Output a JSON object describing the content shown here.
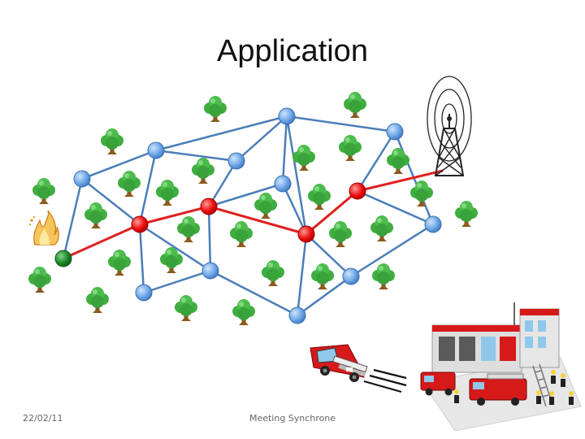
{
  "slide": {
    "title": "Application",
    "footer_date": "22/02/11",
    "footer_center": "Meeting Synchrone"
  },
  "colors": {
    "link": "#4a7eb8",
    "route": "#e02020",
    "node_blue": "#6fa8e8",
    "node_red": "#ee1111",
    "node_green": "#1d8a2a",
    "tree_leaf": "#3fae3f",
    "tree_trunk": "#8a5a1e"
  },
  "icons": [
    "tree-icon",
    "fire-icon",
    "radio-tower-icon",
    "fire-truck-icon",
    "fire-station-icon"
  ]
}
